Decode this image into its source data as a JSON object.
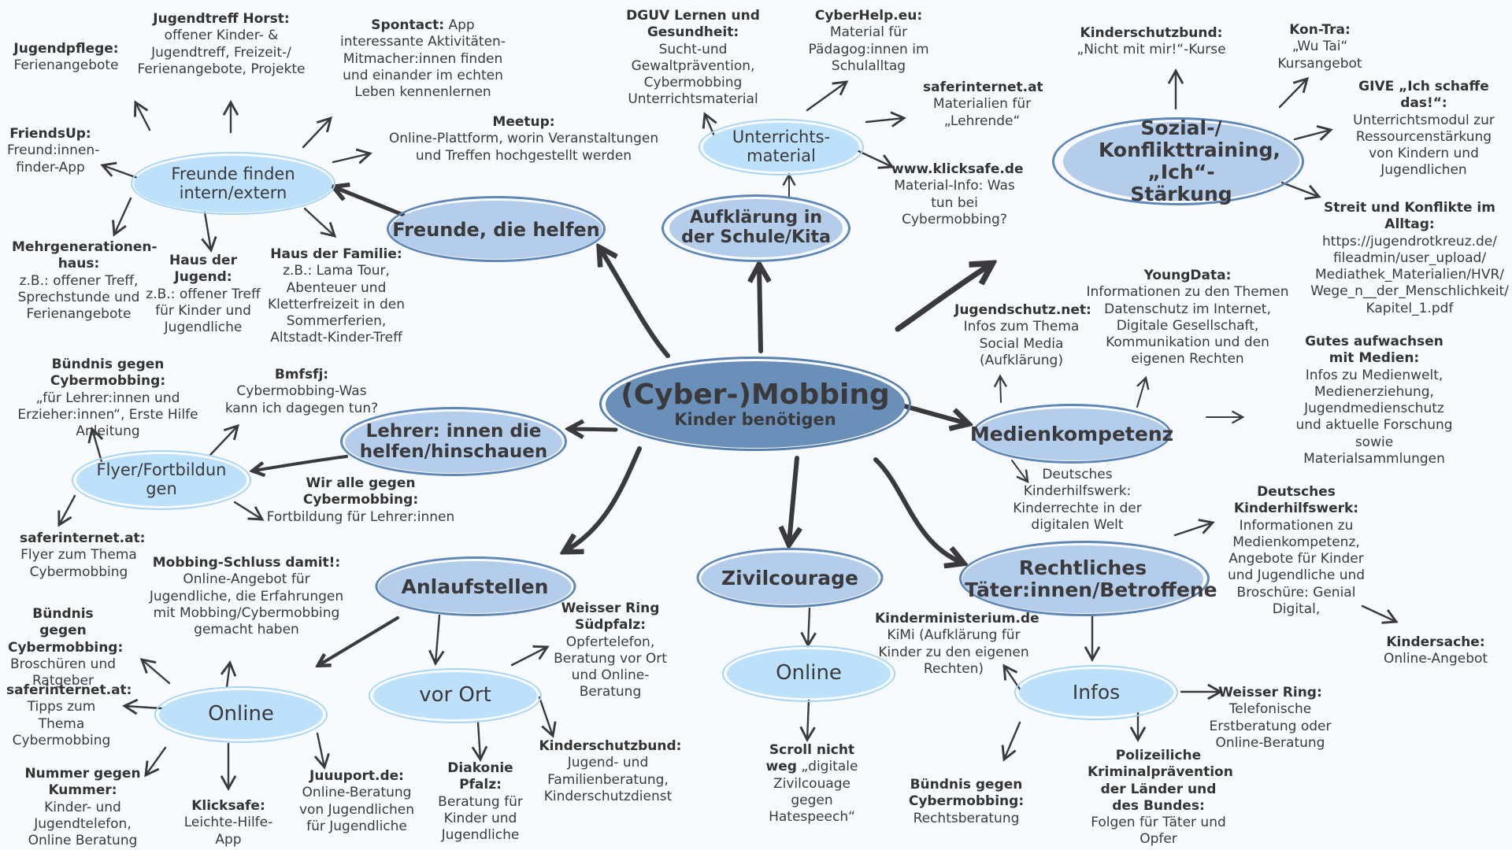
{
  "center": {
    "title": "(Cyber-)Mobbing",
    "subtitle": "Kinder benötigen"
  },
  "colors": {
    "background": "#f7fbfd",
    "center_fill": "#6a8fb9",
    "branch_fill": "#b4cdea",
    "leaf_fill": "#bde0fb",
    "text": "#3a3a3c",
    "arrow": "#3a3a3c"
  },
  "branches": {
    "freunde": "Freunde, die helfen",
    "aufklaerung": "Aufklärung in der Schule/Kita",
    "sozial": "Sozial-/ Konflikttraining, „Ich“-Stärkung",
    "medien": "Medienkompetenz",
    "rechtliches": "Rechtliches Täter:innen/Betroffene",
    "zivil": "Zivilcourage",
    "anlauf": "Anlaufstellen",
    "lehrer": "Lehrer: innen die helfen/hinschauen"
  },
  "subnodes": {
    "freunde_finden": "Freunde finden intern/extern",
    "unterricht": "Unterrichts- material",
    "infos": "Infos",
    "zivil_online": "Online",
    "vor_ort": "vor Ort",
    "anlauf_online": "Online",
    "flyer": "Flyer/Fortbildun gen"
  },
  "leaves": {
    "jugendpflege": {
      "title": "Jugendpflege:",
      "body": "Ferienangebote"
    },
    "horst": {
      "title": "Jugendtreff Horst:",
      "body": "offener Kinder- & Jugendtreff, Freizeit-/ Ferienangebote, Projekte"
    },
    "spontact": {
      "title": "Spontact:",
      "inline": " App",
      "body": "interessante Aktivitäten-Mitmacher:innen finden und einander im echten Leben kennenlernen"
    },
    "meetup": {
      "title": "Meetup:",
      "body": "Online-Plattform, worin Veranstaltungen und Treffen hochgestellt werden"
    },
    "friendsup": {
      "title": "FriendsUp:",
      "body": "Freund:innen-finder-App"
    },
    "mehrgen": {
      "title": "Mehrgenerationen-haus:",
      "body": "z.B.: offener Treff, Sprechstunde und Ferienangebote"
    },
    "hausjugend": {
      "title": "Haus der Jugend:",
      "body": "z.B.: offener Treff für Kinder und Jugendliche"
    },
    "hausfamilie": {
      "title": "Haus der Familie:",
      "body": "z.B.: Lama Tour, Abenteuer und Kletterfreizeit in den Sommerferien, Altstadt-Kinder-Treff"
    },
    "dguv": {
      "title": "DGUV Lernen und Gesundheit:",
      "body": "Sucht-und Gewaltprävention, Cybermobbing Unterrichtsmaterial"
    },
    "cyberhelp": {
      "title": "CyberHelp.eu:",
      "body": "Material für Pädagog:innen im Schulalltag"
    },
    "saferinternet_lehr": {
      "title": "saferinternet.at",
      "body": "Materialien für „Lehrende“"
    },
    "klicksafe_web": {
      "title": "www.klicksafe.de",
      "body": "Material-Info: Was tun bei Cybermobbing?"
    },
    "kinderschutzbund_kurse": {
      "title": "Kinderschutzbund:",
      "body": "„Nicht mit mir!“-Kurse"
    },
    "kontra": {
      "title": "Kon-Tra:",
      "body": "„Wu Tai“ Kursangebot"
    },
    "give": {
      "title": "GIVE „Ich schaffe das!“:",
      "body": "Unterrichtsmodul zur Ressourcenstärkung von Kindern und Jugendlichen"
    },
    "streit": {
      "title": "Streit und Konflikte im Alltag:",
      "body": "https://jugendrotkreuz.de/ fileadmin/user_upload/ Mediathek_Materialien/HVR/ Wege_n__der_Menschlichkeit/ Kapitel_1.pdf"
    },
    "jugendschutz": {
      "title": "Jugendschutz.net:",
      "body": "Infos zum Thema Social Media (Aufklärung)"
    },
    "youngdata": {
      "title": "YoungData:",
      "body": "Informationen zu den Themen Datenschutz im Internet, Digitale Gesellschaft, Kommunikation und den eigenen Rechten"
    },
    "gutes": {
      "title": "Gutes aufwachsen mit Medien:",
      "body": "Infos zu Medienwelt, Medienerziehung, Jugendmedienschutz und aktuelle Forschung sowie Materialsammlungen"
    },
    "dkhw_rechte": {
      "title": "",
      "body": "Deutsches Kinderhilfswerk: Kinderrechte in der digitalen Welt"
    },
    "dkhw_info": {
      "title": "Deutsches Kinderhilfswerk:",
      "body": "Informationen zu Medienkompetenz, Angebote für Kinder und Jugendliche und Broschüre: Genial Digital,"
    },
    "kindersache": {
      "title": "Kindersache:",
      "body": "Online-Angebot"
    },
    "kinderministerium": {
      "title": "Kinderministerium.de",
      "body": "KiMi (Aufklärung für Kinder zu den eigenen Rechten)"
    },
    "weisser_ring": {
      "title": "Weisser Ring:",
      "body": "Telefonische Erstberatung oder Online-Beratung"
    },
    "polizei": {
      "title": "Polizeiliche Kriminalprävention der Länder und des Bundes:",
      "body": "Folgen für Täter und Opfer"
    },
    "buendnis_recht": {
      "title": "Bündnis gegen Cybermobbing:",
      "body": "Rechtsberatung"
    },
    "scroll": {
      "title": "Scroll nicht weg",
      "body": "„digitale Zivilcouage gegen Hatespeech“"
    },
    "weisser_ring_sued": {
      "title": "Weisser Ring Südpfalz:",
      "body": "Opfertelefon, Beratung vor Ort und Online-Beratung"
    },
    "kinderschutzbund_beratung": {
      "title": "Kinderschutzbund:",
      "body": "Jugend- und Familienberatung, Kinderschutzdienst"
    },
    "diakonie": {
      "title": "Diakonie Pfalz:",
      "body": "Beratung für Kinder und Jugendliche"
    },
    "juuuport": {
      "title": "Juuuport.de:",
      "body": "Online-Beratung von Jugendlichen für Jugendliche"
    },
    "klicksafe_app": {
      "title": "Klicksafe:",
      "body": "Leichte-Hilfe-App"
    },
    "nummer": {
      "title": "Nummer gegen Kummer:",
      "body": "Kinder- und Jugendtelefon, Online Beratung"
    },
    "saferinternet_tipps": {
      "title": "saferinternet.at:",
      "body": "Tipps zum Thema Cybermobbing"
    },
    "buendnis_brosch": {
      "title": "Bündnis gegen Cybermobbing:",
      "body": "Broschüren und Ratgeber"
    },
    "mobbing_schluss": {
      "title": "Mobbing-Schluss damit!:",
      "body": "Online-Angebot für Jugendliche, die Erfahrungen mit Mobbing/Cybermobbing gemacht haben"
    },
    "saferinternet_flyer": {
      "title": "saferinternet.at:",
      "body": "Flyer zum Thema Cybermobbing"
    },
    "wir_alle": {
      "title": "Wir alle gegen Cybermobbing:",
      "body": "Fortbildung für Lehrer:innen"
    },
    "buendnis_lehrer": {
      "title": "Bündnis gegen Cybermobbing:",
      "body": "„für Lehrer:innen und Erzieher:innen“, Erste Hilfe Anleitung"
    },
    "bmfsfj": {
      "title": "Bmfsfj:",
      "body": "Cybermobbing-Was kann ich dagegen tun?"
    }
  }
}
